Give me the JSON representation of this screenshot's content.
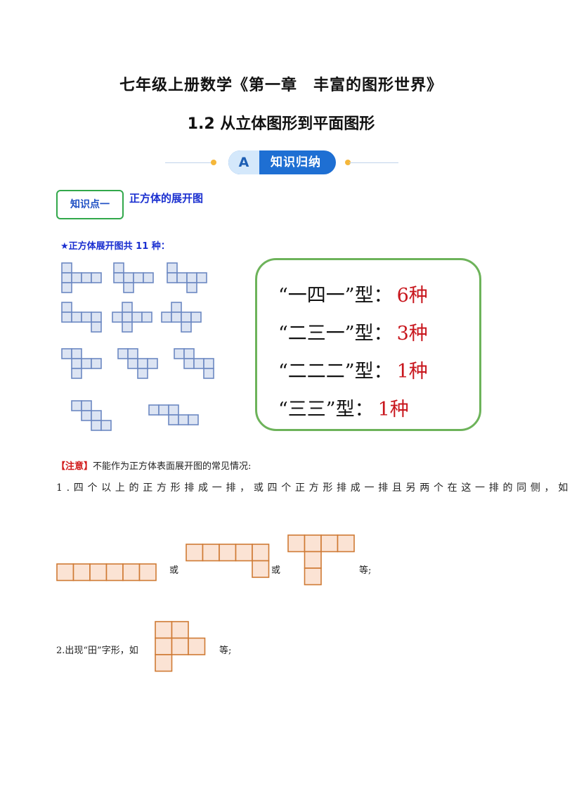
{
  "header": {
    "title": "七年级上册数学《第一章　丰富的图形世界》",
    "subtitle": "1.2  从立体图形到平面图形"
  },
  "banner": {
    "letter": "A",
    "label": "知识归纳"
  },
  "knowledge_point": {
    "badge": "知识点一",
    "title": "正方体的展开图"
  },
  "summary_line": "★正方体展开图共 11 种：",
  "types": [
    {
      "label": "“一四一”型：",
      "count": "6种"
    },
    {
      "label": "“二三一”型：",
      "count": "3种"
    },
    {
      "label": "“二二二”型：",
      "count": "1种"
    },
    {
      "label": "“三三”型：",
      "count": "1种"
    }
  ],
  "note": {
    "bracket_text": "【注意】",
    "text": "不能作为正方体表面展开图的常见情况:",
    "rule1": "1.四个以上的正方形排成一排，或四个正方形排成一排且另两个在这一排的同侧，如",
    "or_1": "或",
    "or_2": "或",
    "etc_1": "等;",
    "rule2": "2.出现“田”字形，如",
    "etc_2": "等;"
  },
  "colors": {
    "net_fill": "#dce4f3",
    "net_stroke": "#6c88c2",
    "bad_fill": "#fbe3d4",
    "bad_stroke": "#cf7a34",
    "type_border": "#6db35a",
    "count_red": "#c8161d",
    "heading_blue": "#1a2fd0"
  }
}
